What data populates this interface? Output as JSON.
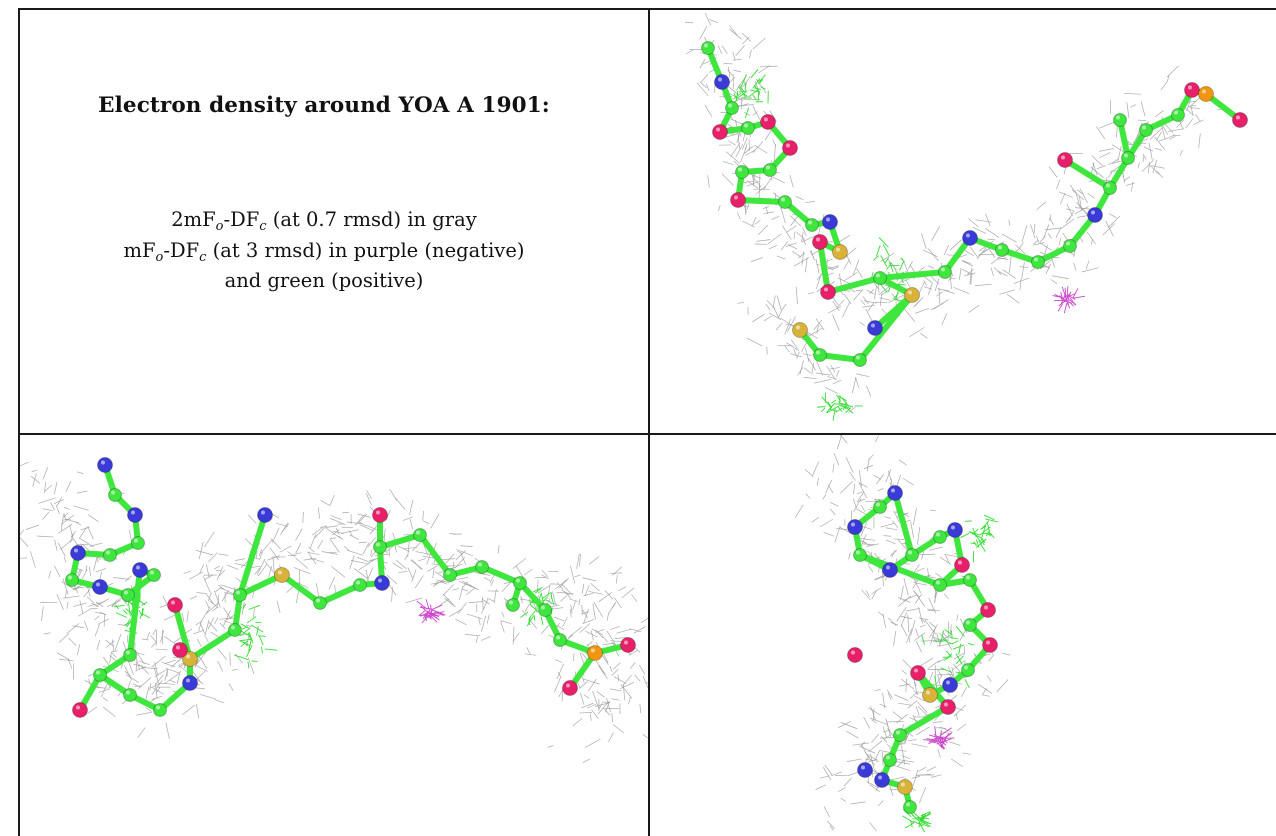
{
  "caption": {
    "title": "Electron density around YOA A 1901:",
    "line1": {
      "prefix": "2mF",
      "sub1": "o",
      "mid": "-DF",
      "sub2": "c",
      "suffix": " (at 0.7 rmsd) in gray"
    },
    "line2": {
      "prefix": "mF",
      "sub1": "o",
      "mid": "-DF",
      "sub2": "c",
      "suffix": " (at 3 rmsd) in purple (negative)"
    },
    "line3": "and green (positive)"
  },
  "colors": {
    "mesh_gray": "#9a9a9a",
    "difference_positive": "#33dd33",
    "difference_negative": "#cc44cc",
    "carbon": "#3ee63e",
    "nitrogen": "#3a3ad8",
    "oxygen": "#e8206a",
    "sulfur": "#d9b23a",
    "phosphorus": "#f0960f"
  },
  "panels": [
    {
      "name": "view-top-right"
    },
    {
      "name": "view-bottom-left"
    },
    {
      "name": "view-bottom-right"
    }
  ]
}
